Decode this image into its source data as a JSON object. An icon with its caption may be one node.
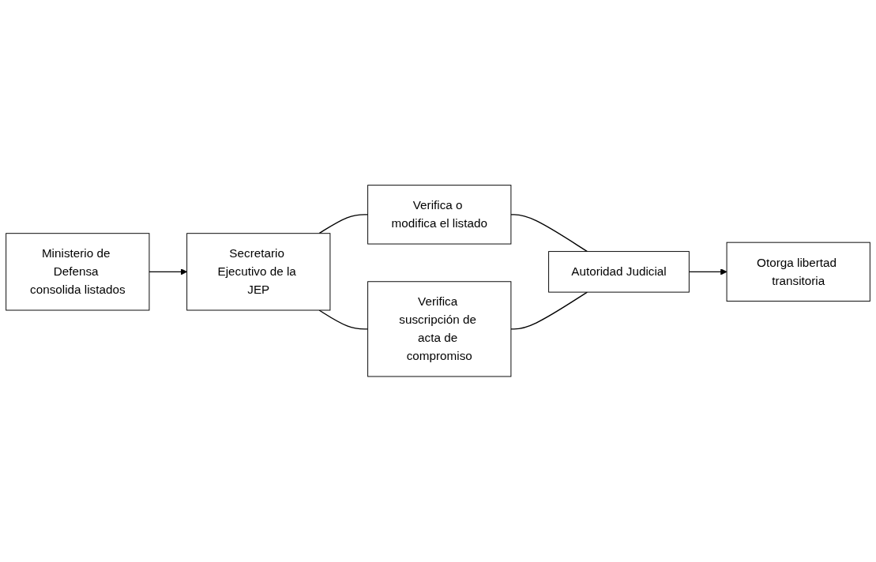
{
  "diagram": {
    "nodes": [
      {
        "text": [
          "Ministerio de Defensa consolida listados"
        ]
      },
      {
        "text": [
          "Secretario Ejecutivo de la JEP"
        ]
      },
      {
        "text": [
          "Verifica o modifica el listado"
        ]
      },
      {
        "text": [
          "Verifica suscripción de acta de compromiso"
        ]
      },
      {
        "text": [
          "Autoridad Judicial"
        ]
      },
      {
        "text": [
          "Otorga libertad transitoria"
        ]
      }
    ],
    "edges": [
      {
        "from": 0,
        "to": 1,
        "arrow": "to"
      },
      {
        "from": 1,
        "to": 2,
        "arrow": "none"
      },
      {
        "from": 1,
        "to": 3,
        "arrow": "none"
      },
      {
        "from": 2,
        "to": 4,
        "arrow": "none"
      },
      {
        "from": 3,
        "to": 4,
        "arrow": "none"
      },
      {
        "from": 4,
        "to": 5,
        "arrow": "to"
      }
    ]
  }
}
